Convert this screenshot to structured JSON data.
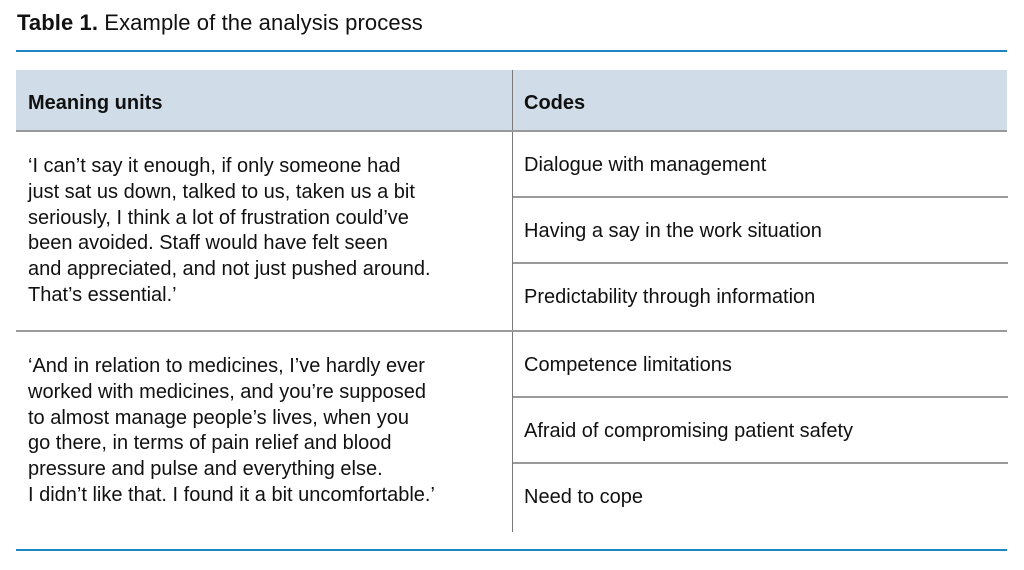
{
  "title": {
    "label": "Table 1.",
    "text": " Example of the analysis process"
  },
  "colors": {
    "rule": "#1f86c4",
    "header_bg": "#d0dde8",
    "divider": "#9a9a9a"
  },
  "table": {
    "headers": [
      "Meaning units",
      "Codes"
    ],
    "rows": [
      {
        "meaning_unit": "‘I can’t say it enough, if only someone had\njust sat us down, talked to us, taken us a bit\nseriously, I think a lot of frustration could’ve\nbeen avoided. Staff would have felt seen\nand appreciated, and not just pushed around.\nThat’s essential.’",
        "codes": [
          "Dialogue with management",
          "Having a say in the work situation",
          "Predictability through information"
        ]
      },
      {
        "meaning_unit": "‘And in relation to medicines, I’ve hardly ever\nworked with medicines, and you’re supposed\nto almost manage people’s lives, when you\ngo there, in terms of pain relief and blood\npressure and pulse and everything else.\nI didn’t like that. I found it a bit uncomfortable.’",
        "codes": [
          "Competence limitations",
          "Afraid of compromising patient safety",
          "Need to cope"
        ]
      }
    ]
  }
}
